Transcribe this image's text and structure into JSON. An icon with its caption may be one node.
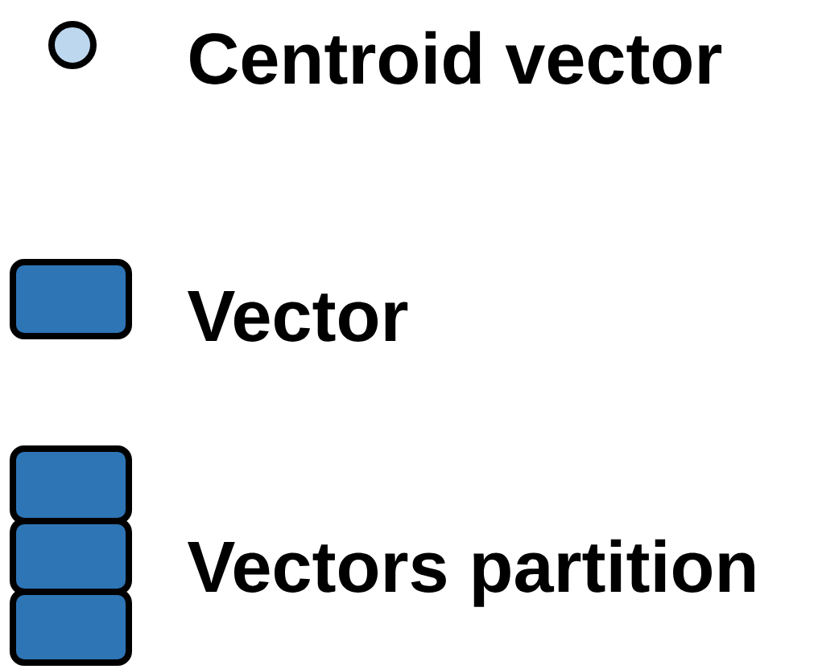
{
  "diagram": {
    "legend": [
      {
        "text": "Centroid vector"
      },
      {
        "text": "Vector"
      },
      {
        "text": "Vectors partition"
      }
    ]
  }
}
